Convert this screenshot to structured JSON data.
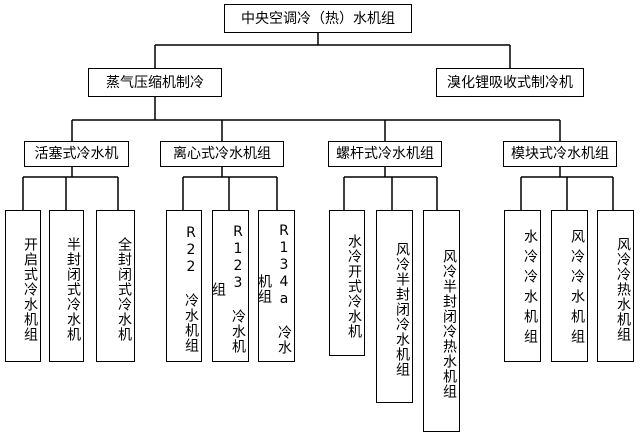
{
  "root": "中央空调冷（热）水机组",
  "level1": [
    "蒸气压缩机制冷",
    "溴化锂吸收式制冷机"
  ],
  "level2": [
    "活塞式冷水机",
    "离心式冷水机组",
    "螺杆式冷水机组",
    "模块式冷水机组"
  ],
  "level3": [
    "开启式冷水机组",
    "半封闭式冷水机",
    "全封闭式冷水机",
    "R22 冷水机组",
    "R123 冷水机组",
    "R134a 冷水机组",
    "水冷开式冷水机",
    "风冷半封闭冷水机组",
    "风冷半封闭冷热水机组",
    "水冷冷水机组",
    "风冷冷水机组",
    "风冷冷热水机组"
  ]
}
